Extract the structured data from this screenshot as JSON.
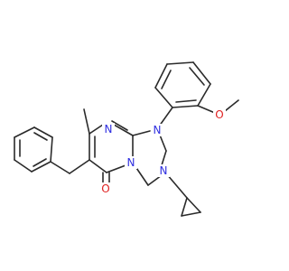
{
  "colors": {
    "background": "#ffffff",
    "bond": "#2a2a2a",
    "nitrogen": "#2f2fe0",
    "oxygen": "#e02020"
  },
  "atom_labels": [
    {
      "id": "n-ring-top",
      "text": "N",
      "element": "nitrogen"
    },
    {
      "id": "n-aryl",
      "text": "N",
      "element": "nitrogen"
    },
    {
      "id": "n-bridge",
      "text": "N",
      "element": "nitrogen"
    },
    {
      "id": "n-cyclopropyl",
      "text": "N",
      "element": "nitrogen"
    },
    {
      "id": "o-carbonyl",
      "text": "O",
      "element": "oxygen"
    },
    {
      "id": "o-methoxy",
      "text": "O",
      "element": "oxygen"
    }
  ]
}
